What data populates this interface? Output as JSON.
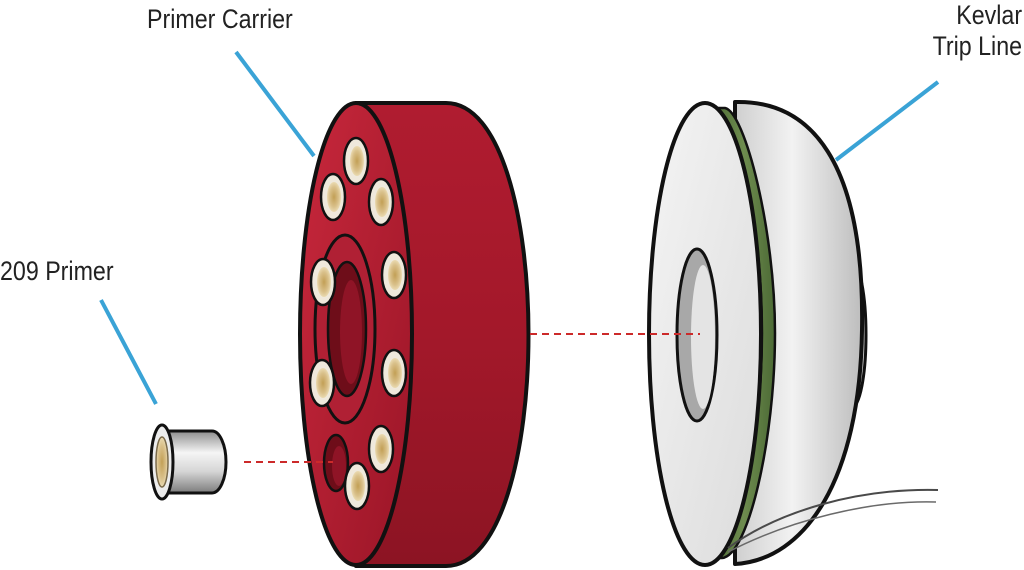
{
  "labels": {
    "primer_carrier": "Primer Carrier",
    "primer_209": "209 Primer",
    "kevlar_line1": "Kevlar",
    "kevlar_line2": "Trip Line"
  },
  "colors": {
    "leader_line": "#3aa3d6",
    "carrier_red": "#a3182a",
    "carrier_dark": "#7a0f1e",
    "brass": "#d9c08a",
    "spool_gray": "#e2e2e2",
    "kevlar_band": "#5e7d43",
    "guide_dash": "#cc2a2a"
  }
}
